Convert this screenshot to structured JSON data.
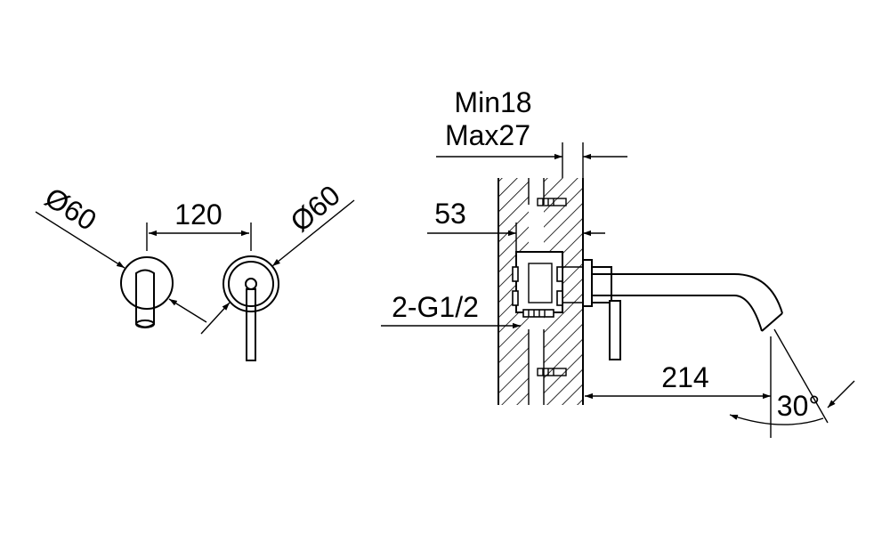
{
  "front_view": {
    "dim_left_diameter": "Ø60",
    "dim_spacing": "120",
    "dim_right_diameter": "Ø60"
  },
  "side_view": {
    "dim_wall_min": "Min18",
    "dim_wall_max": "Max27",
    "dim_depth": "53",
    "dim_thread": "2-G1/2",
    "dim_spout_reach": "214",
    "dim_angle": "30°"
  }
}
